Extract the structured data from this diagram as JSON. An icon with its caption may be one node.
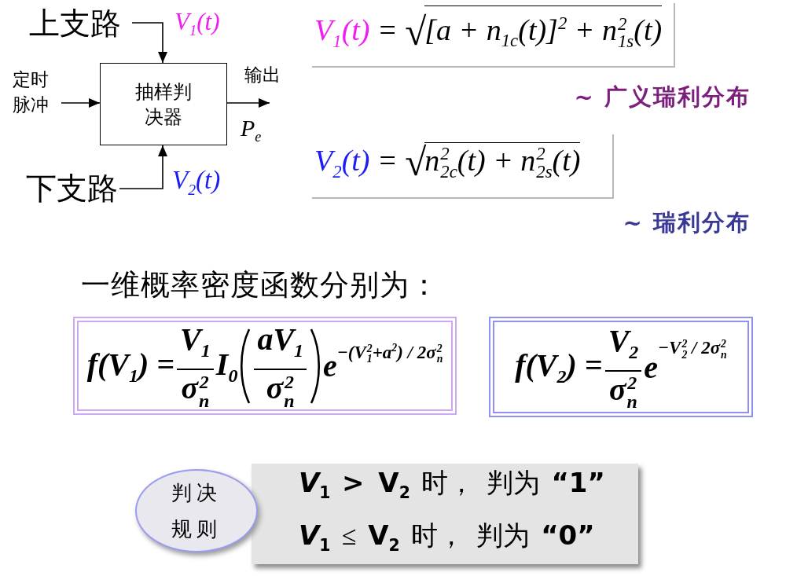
{
  "diagram": {
    "nodes": [
      {
        "text": [
          "上支路"
        ]
      },
      {
        "text": [
          "定时脉冲"
        ]
      },
      {
        "text": [
          "抽样判决器"
        ]
      },
      {
        "text": [
          "下支路"
        ]
      },
      {
        "text": [
          "V$_{1}$(t) = √[a + n$_{1c}$(t)]$^{2}$ + n$_{1s}$$^{2}$(t)"
        ],
        "beside": [
          "~ 广义瑞利分布"
        ]
      },
      {
        "text": [
          "V$_{2}$(t) = √n$_{2c}$$^{2}$(t) + n$_{2s}$$^{2}$(t)"
        ],
        "beside": [
          "~ 瑞利分布"
        ]
      },
      {
        "text": [
          "f(V$_{1}$) =",
          "V$_{1}$",
          "σ$_{n}$$^{2}$",
          "I$_{0}$",
          "aV$_{1}$",
          "σ$_{n}$$^{2}$",
          "e",
          "−(V$_{1}$$^{2}$+a$^{2}$) / 2σ$_{n}$$^{2}$"
        ]
      },
      {
        "text": [
          "f(V$_{2}$) =",
          "V$_{2}$",
          "σ$_{n}$$^{2}$",
          "e",
          "−V$_{2}$$^{2}$ / 2σ$_{n}$$^{2}$"
        ]
      },
      {
        "text": [
          "判决规则"
        ]
      },
      {
        "text": [
          "*V*$_{1}$ **> V**$_{2}$ 时， 判为 **“1”**",
          "*V*$_{1}$ ≤ **V**$_{2}$ 时， 判为 **“0”**"
        ]
      }
    ],
    "edges": [
      {
        "from": 0,
        "to": 2,
        "arrow": "to",
        "label": "V$_{1}$(t)"
      },
      {
        "from": 1,
        "to": 2,
        "arrow": "to"
      },
      {
        "from": 3,
        "to": 2,
        "arrow": "to",
        "label": "V$_{2}$(t)"
      },
      {
        "from": 2,
        "to": null,
        "arrow": "to",
        "label": "输出"
      }
    ],
    "labels": [
      "P$_{e}$",
      "一维概率密度函数分别为："
    ]
  }
}
